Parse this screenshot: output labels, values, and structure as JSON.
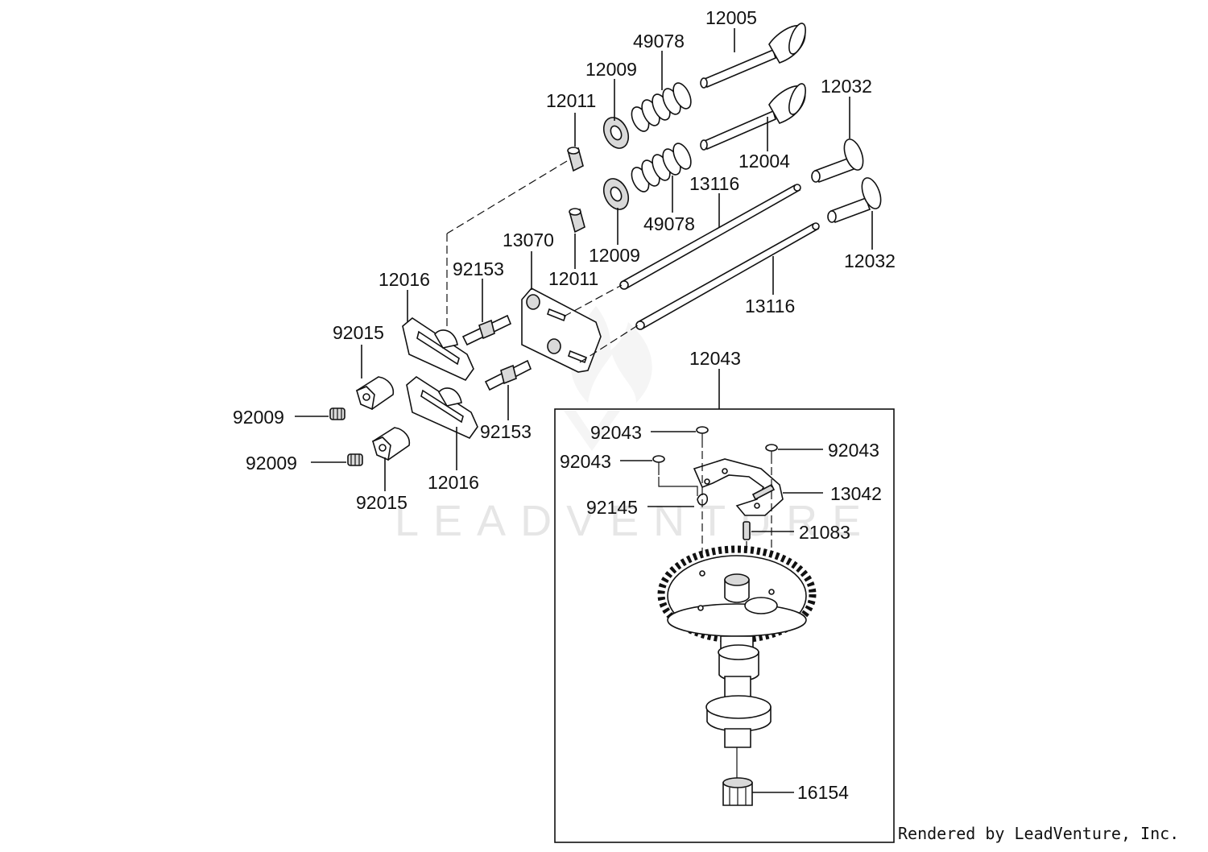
{
  "watermark": "LEADVENTURE",
  "footer": "Rendered by LeadVenture, Inc.",
  "labels": {
    "v12005": "12005",
    "v49078a": "49078",
    "v12009a": "12009",
    "v12011a": "12011",
    "v12004": "12004",
    "v12032a": "12032",
    "v13116a": "13116",
    "v49078b": "49078",
    "v12009b": "12009",
    "v12011b": "12011",
    "v13070": "13070",
    "v12016a": "12016",
    "v92153a": "92153",
    "v12032b": "12032",
    "v13116b": "13116",
    "v92015a": "92015",
    "v92009a": "92009",
    "v92153b": "92153",
    "v92009b": "92009",
    "v12016b": "12016",
    "v92015b": "92015",
    "v12043": "12043",
    "v92043a": "92043",
    "v92043b": "92043",
    "v92043c": "92043",
    "v13042": "13042",
    "v92145": "92145",
    "v21083": "21083",
    "v16154": "16154"
  }
}
